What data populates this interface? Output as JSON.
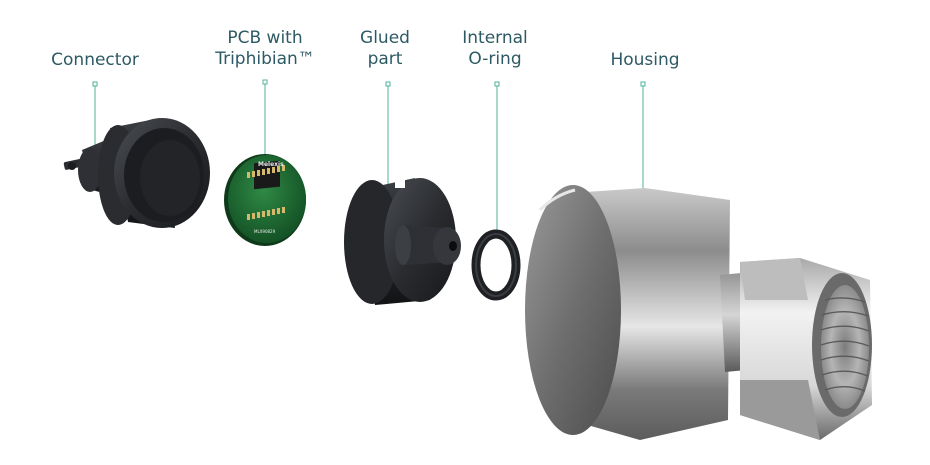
{
  "labels": {
    "connector": "Connector",
    "pcb_line1": "PCB with",
    "pcb_line2": "Triphibian™",
    "glued_line1": "Glued",
    "glued_line2": "part",
    "oring_line1": "Internal",
    "oring_line2": "O-ring",
    "housing": "Housing"
  },
  "pcb_text": {
    "brand": "Melexis",
    "part": "MLX90829"
  },
  "colors": {
    "label": "#2d5a64",
    "leader": "#4fb39a",
    "pcb_green": "#1f6b34",
    "rubber": "#222428",
    "steel": "#9a9a9a"
  }
}
